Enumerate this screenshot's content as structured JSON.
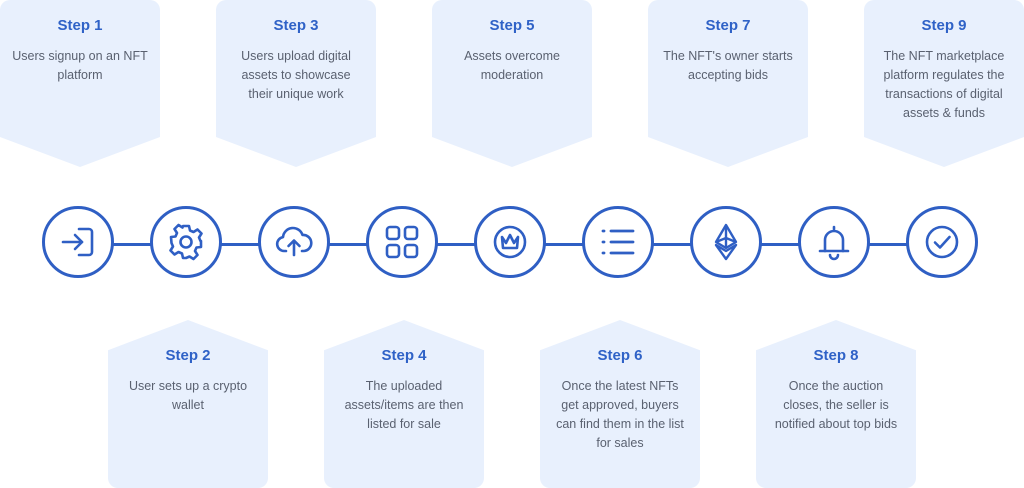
{
  "steps": [
    {
      "title": "Step 1",
      "text": "Users signup on an NFT platform",
      "icon": "login-icon"
    },
    {
      "title": "Step 2",
      "text": "User sets up a crypto wallet",
      "icon": "gear-icon"
    },
    {
      "title": "Step 3",
      "text": "Users upload digital assets to showcase their unique work",
      "icon": "cloud-upload-icon"
    },
    {
      "title": "Step 4",
      "text": "The uploaded assets/items are then listed for sale",
      "icon": "grid-icon"
    },
    {
      "title": "Step 5",
      "text": "Assets overcome moderation",
      "icon": "crown-badge-icon"
    },
    {
      "title": "Step 6",
      "text": "Once the latest NFTs get approved, buyers can find them in the list for sales",
      "icon": "list-icon"
    },
    {
      "title": "Step 7",
      "text": "The NFT's owner starts accepting bids",
      "icon": "ethereum-icon"
    },
    {
      "title": "Step 8",
      "text": "Once the auction closes, the seller is notified about top bids",
      "icon": "bell-icon"
    },
    {
      "title": "Step 9",
      "text": "The NFT marketplace platform regulates the transactions of digital assets & funds",
      "icon": "check-circle-icon"
    }
  ],
  "colors": {
    "accent": "#2f5fc4",
    "card_bg": "#e8f0fd",
    "title": "#2f62c7",
    "text": "#5a6170"
  }
}
